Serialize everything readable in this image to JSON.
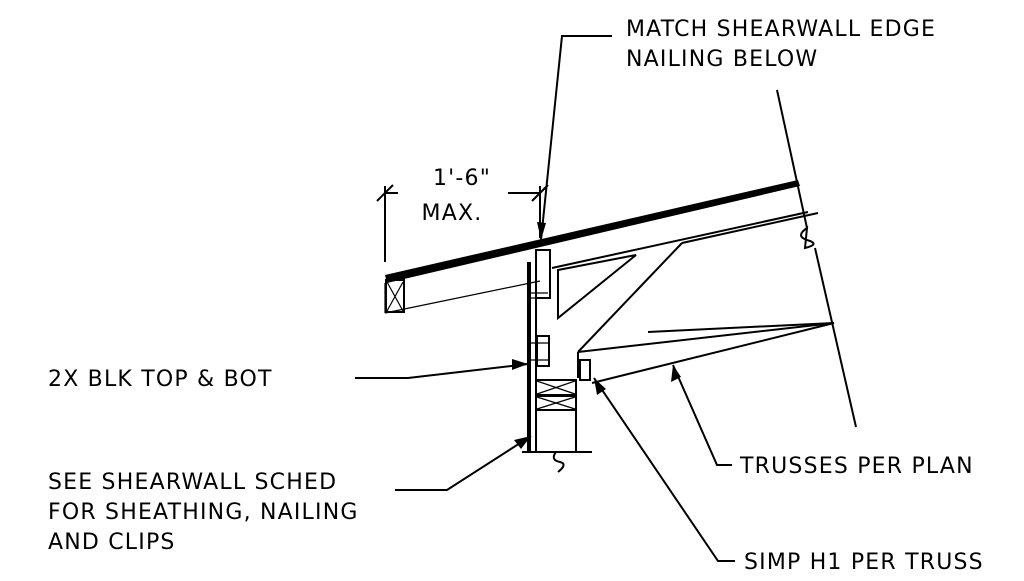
{
  "notes": {
    "match_shearwall": [
      "MATCH SHEARWALL EDGE",
      "NAILING BELOW"
    ],
    "dimension": [
      "1'-6\"",
      "MAX."
    ],
    "blocking": "2X BLK TOP & BOT",
    "shearwall_schedule": [
      "SEE SHEARWALL SCHED",
      "FOR SHEATHING, NAILING",
      "AND CLIPS"
    ],
    "trusses": "TRUSSES PER PLAN",
    "hurricane_clip": "SIMP H1 PER TRUSS"
  }
}
